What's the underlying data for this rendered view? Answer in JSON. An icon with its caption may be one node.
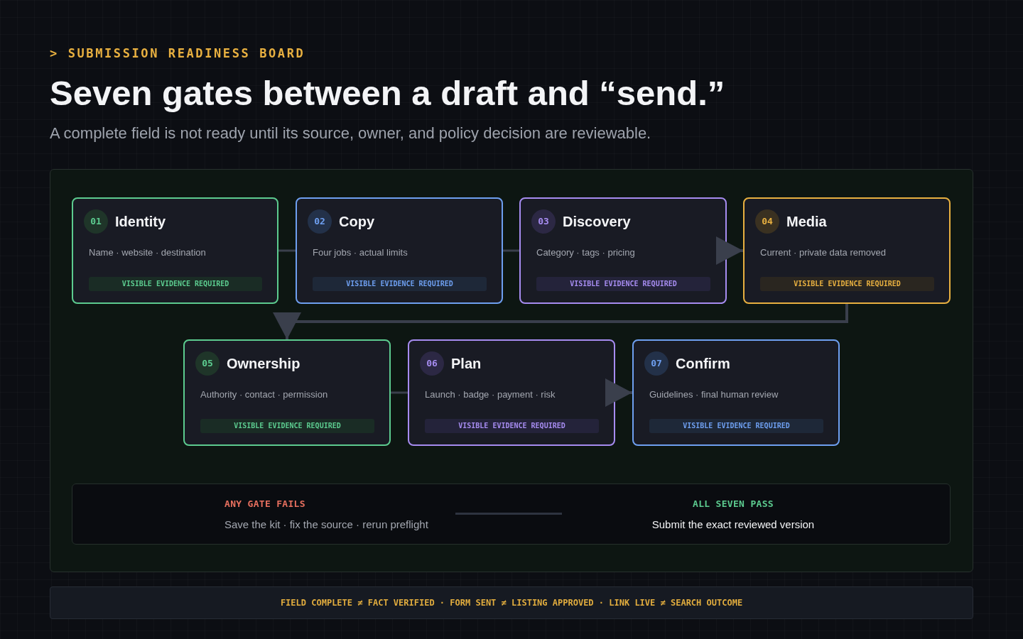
{
  "diagram": {
    "title": "Seven gates between a draft and “send.”",
    "nodes": [
      {
        "text": [],
        "shape": "box"
      },
      {
        "text": [
          "01",
          "Identity",
          "Name · website · destination",
          "VISIBLE EVIDENCE REQUIRED"
        ],
        "in": 0
      },
      {
        "text": [
          "02",
          "Copy",
          "Four jobs · actual limits",
          "VISIBLE EVIDENCE REQUIRED"
        ],
        "in": 0
      },
      {
        "text": [
          "03",
          "Discovery",
          "Category · tags · pricing",
          "VISIBLE EVIDENCE REQUIRED"
        ],
        "in": 0
      },
      {
        "text": [
          "04",
          "Media",
          "Current · private data removed",
          "VISIBLE EVIDENCE REQUIRED"
        ],
        "in": 0
      },
      {
        "text": [
          "05",
          "Ownership",
          "Authority · contact · permission",
          "VISIBLE EVIDENCE REQUIRED"
        ],
        "in": 0
      },
      {
        "text": [
          "06",
          "Plan",
          "Launch · badge · payment · risk",
          "VISIBLE EVIDENCE REQUIRED"
        ],
        "in": 0
      },
      {
        "text": [
          "07",
          "Confirm",
          "Guidelines · final human review",
          "VISIBLE EVIDENCE REQUIRED"
        ],
        "in": 0
      },
      {
        "text": [
          "ANY GATE FAILS",
          "Save the kit · fix the source · rerun preflight",
          "ALL SEVEN PASS",
          "Submit the exact reviewed version"
        ],
        "in": 0
      },
      {
        "text": [
          "FIELD COMPLETE ≠ FACT VERIFIED · FORM SENT ≠ LISTING APPROVED · LINK LIVE ≠ SEARCH OUTCOME"
        ]
      }
    ],
    "edges": [
      {
        "from": 1,
        "to": 2,
        "arrow": "none"
      },
      {
        "from": 2,
        "to": 3,
        "arrow": "none"
      },
      {
        "from": 3,
        "to": 4,
        "arrow": "to"
      },
      {
        "from": 4,
        "to": 5,
        "arrow": "to"
      },
      {
        "from": 5,
        "to": 6,
        "arrow": "none"
      },
      {
        "from": 6,
        "to": 7,
        "arrow": "to"
      }
    ],
    "labels": [
      "> SUBMISSION READINESS BOARD",
      "A complete field is not ready until its source, owner, and policy decision are reviewable."
    ]
  }
}
